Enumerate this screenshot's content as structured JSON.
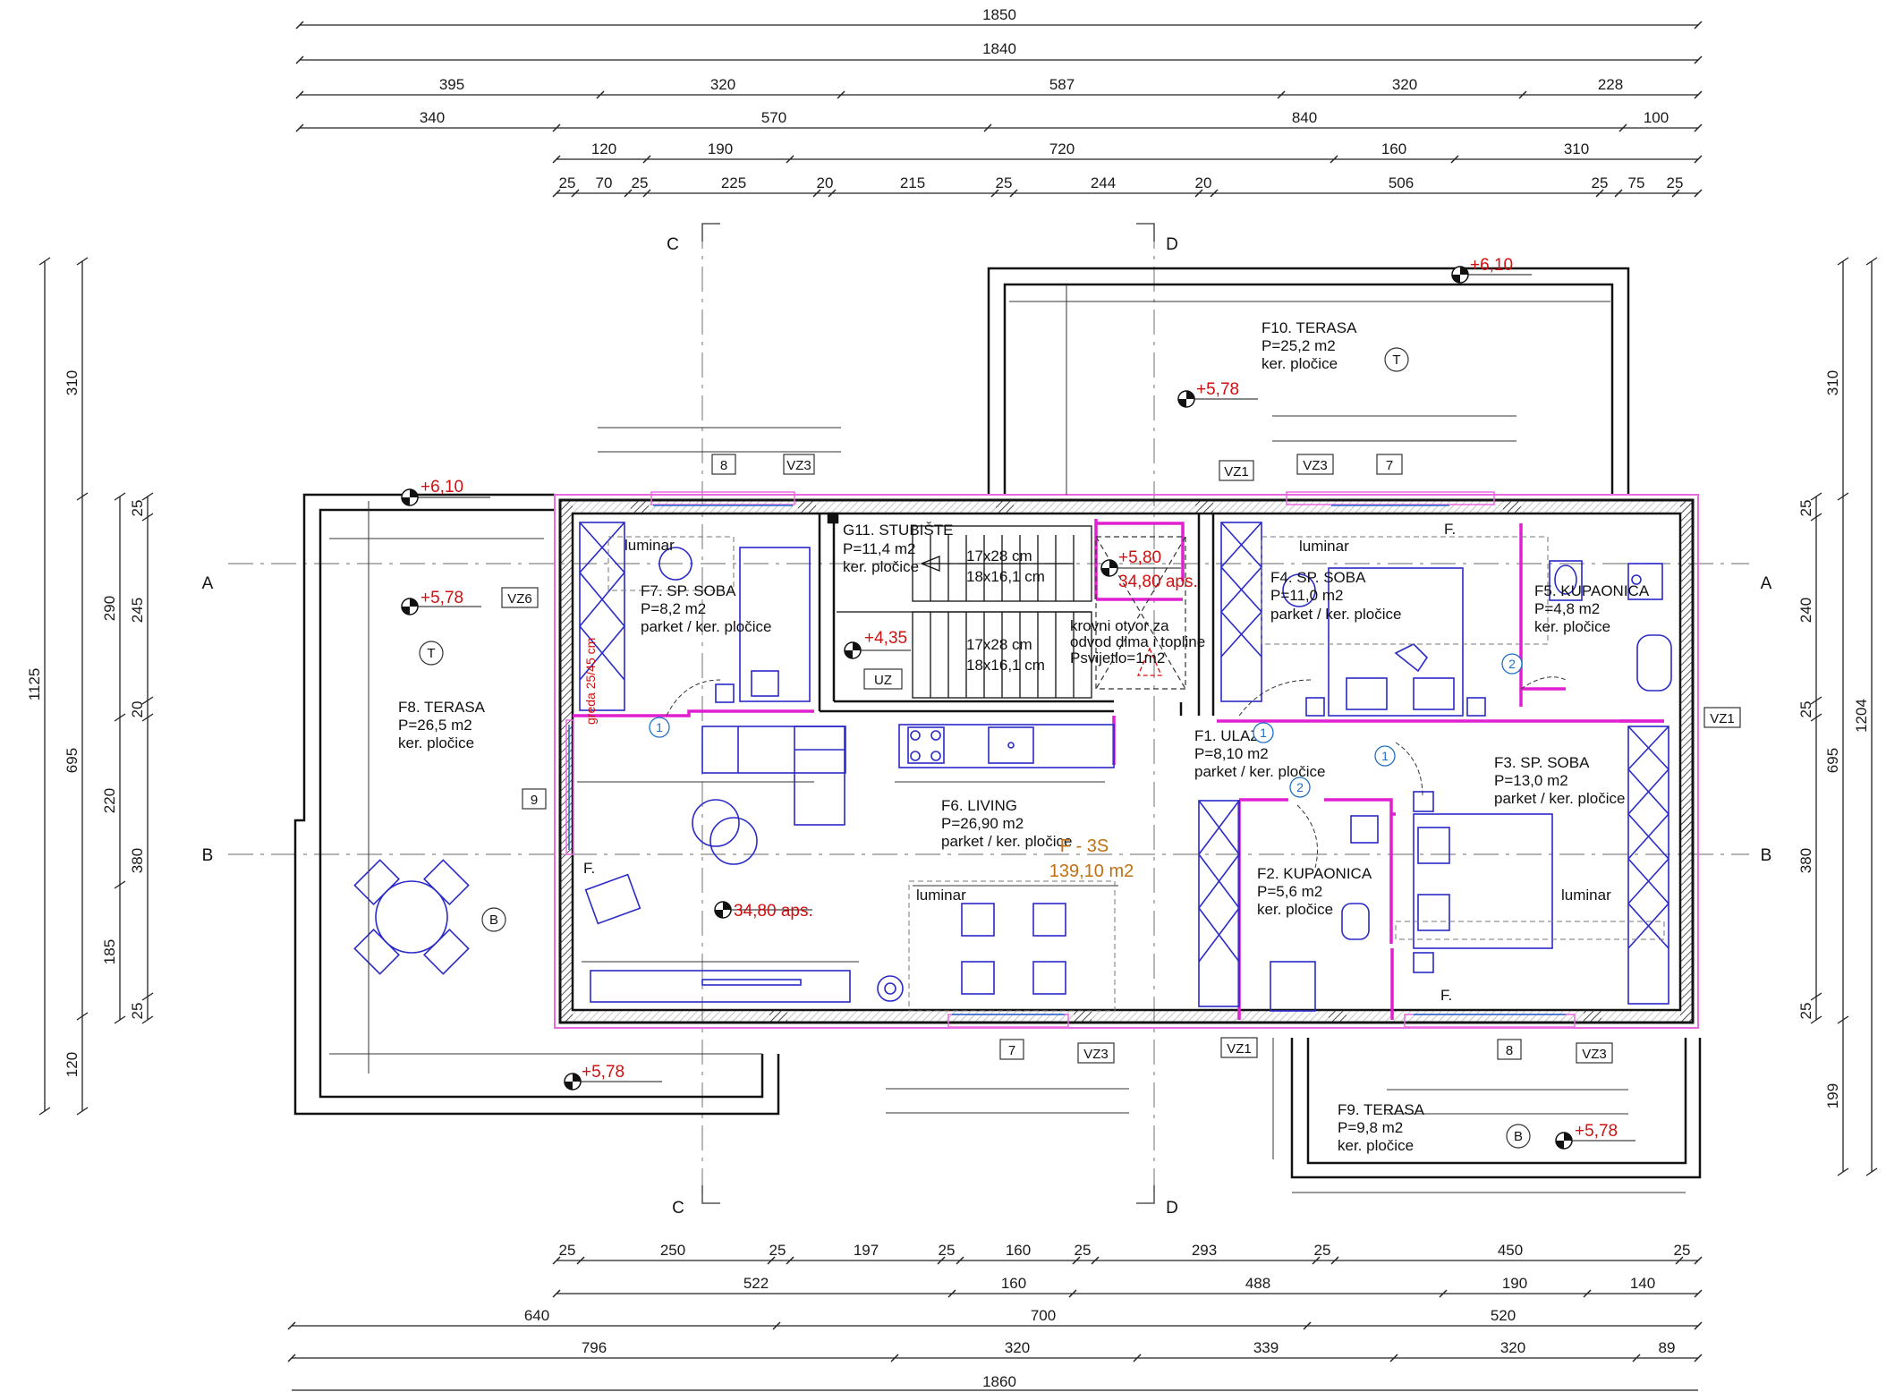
{
  "dims_top": [
    [
      "1850"
    ],
    [
      "1840"
    ],
    [
      "395",
      "320",
      "587",
      "320",
      "228"
    ],
    [
      "340",
      "570",
      "840",
      "100"
    ],
    [
      "120",
      "190",
      "720",
      "160",
      "310"
    ],
    [
      "25",
      "70",
      "25",
      "225",
      "20",
      "215",
      "25",
      "244",
      "20",
      "506",
      "25",
      "75",
      "25"
    ]
  ],
  "dims_bottom": [
    [
      "25",
      "250",
      "25",
      "197",
      "25",
      "160",
      "25",
      "293",
      "25",
      "450",
      "25"
    ],
    [
      "522",
      "160",
      "488",
      "190",
      "140"
    ],
    [
      "640",
      "700",
      "520"
    ],
    [
      "796",
      "320",
      "339",
      "320",
      "89"
    ],
    [
      "1860"
    ]
  ],
  "dims_left": {
    "outer": "1125",
    "mid": [
      "310",
      "695",
      "120"
    ],
    "inner": [
      "290",
      "220",
      "185"
    ],
    "innermost": [
      "25",
      "245",
      "20",
      "380",
      "25"
    ]
  },
  "dims_right": {
    "outer": "1204",
    "mid": [
      "310",
      "695",
      "199"
    ],
    "inner": [
      "25",
      "240",
      "25",
      "380",
      "25"
    ]
  },
  "section_marks": {
    "a": "A",
    "b": "B",
    "c": "C",
    "d": "D"
  },
  "rooms": {
    "f1": {
      "name": "F1. ULAZ",
      "area": "P=8,10 m2",
      "floor": "parket / ker. pločice"
    },
    "f2": {
      "name": "F2. KUPAONICA",
      "area": "P=5,6 m2",
      "floor": "ker. pločice"
    },
    "f3": {
      "name": "F3. SP. SOBA",
      "area": "P=13,0 m2",
      "floor": "parket / ker. pločice"
    },
    "f4": {
      "name": "F4. SP. SOBA",
      "area": "P=11,0 m2",
      "floor": "parket / ker. pločice"
    },
    "f5": {
      "name": "F5. KUPAONICA",
      "area": "P=4,8 m2",
      "floor": "ker. pločice"
    },
    "f6": {
      "name": "F6. LIVING",
      "area": "P=26,90 m2",
      "floor": "parket / ker. pločice"
    },
    "f7": {
      "name": "F7. SP. SOBA",
      "area": "P=8,2 m2",
      "floor": "parket / ker. pločice"
    },
    "f8": {
      "name": "F8. TERASA",
      "area": "P=26,5 m2",
      "floor": "ker. pločice"
    },
    "f9": {
      "name": "F9. TERASA",
      "area": "P=9,8 m2",
      "floor": "ker. pločice"
    },
    "f10": {
      "name": "F10. TERASA",
      "area": "P=25,2 m2",
      "floor": "ker. pločice"
    },
    "g11": {
      "name": "G11. STUBIŠTE",
      "area": "P=11,4 m2",
      "floor": "ker. pločice"
    }
  },
  "levels": {
    "lvl1": "+6,10",
    "lvl2": "+5,78",
    "lvl3": "+6,10",
    "lvl4": "+5,78",
    "lvl5": "+5,80",
    "lvl6": "+4,35",
    "lvl7": "34,80 aps.",
    "lvl8": "34,80 aps.",
    "lvl9": "+5,78",
    "lvl10": "+5,78"
  },
  "apartment": {
    "code": "F - 3S",
    "area": "139,10 m2"
  },
  "labels": {
    "luminar": "luminar",
    "f_mark": "F.",
    "t_mark": "T",
    "b_mark": "B",
    "uz": "UZ",
    "roof_opening": [
      "krovni otvor za",
      "odvod dima i topline",
      "Psvijetlo=1m2"
    ],
    "stair1": [
      "17x28 cm",
      "18x16,1 cm"
    ],
    "beam": "greda 25/45 cm"
  },
  "tags": {
    "vz1": "VZ1",
    "vz3": "VZ3",
    "vz6": "VZ6",
    "n7": "7",
    "n8": "8",
    "n9": "9",
    "n1": "1",
    "n2": "2"
  },
  "colors": {
    "wall": "#111111",
    "partition": "#e020d0",
    "furniture": "#2a2ac8",
    "level": "#d01010",
    "door": "#1e6fc8",
    "orange": "#c07010"
  }
}
